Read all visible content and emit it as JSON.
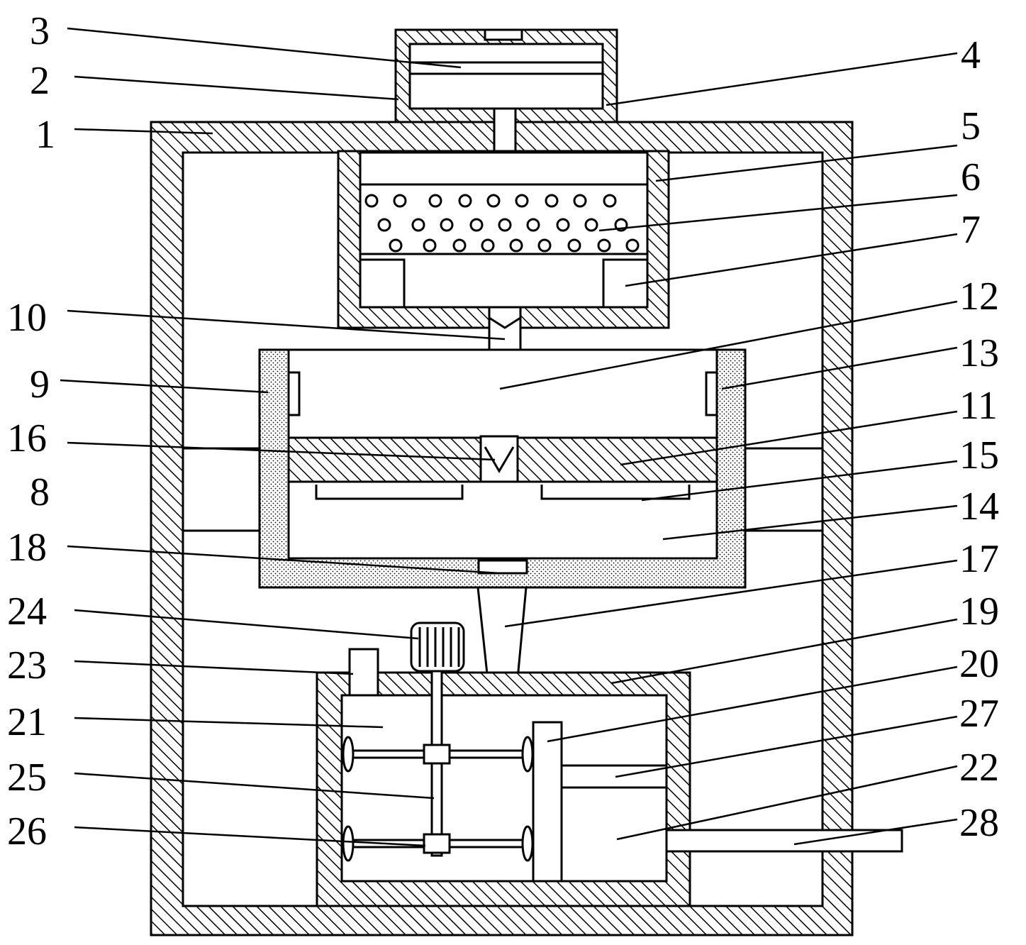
{
  "labels": {
    "l1": "1",
    "l2": "2",
    "l3": "3",
    "l4": "4",
    "l5": "5",
    "l6": "6",
    "l7": "7",
    "l8": "8",
    "l9": "9",
    "l10": "10",
    "l11": "11",
    "l12": "12",
    "l13": "13",
    "l14": "14",
    "l15": "15",
    "l16": "16",
    "l17": "17",
    "l18": "18",
    "l19": "19",
    "l20": "20",
    "l21": "21",
    "l22": "22",
    "l23": "23",
    "l24": "24",
    "l25": "25",
    "l26": "26",
    "l27": "27",
    "l28": "28"
  },
  "colors": {
    "line": "#000000",
    "background": "#ffffff"
  }
}
